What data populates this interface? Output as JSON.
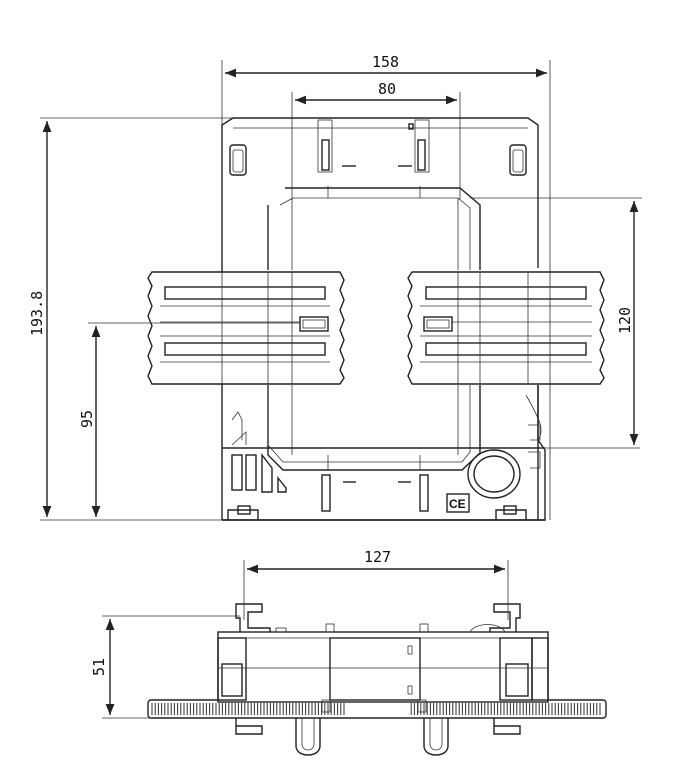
{
  "dimensions": {
    "top_view": {
      "overall_width": "158",
      "window_width": "80",
      "overall_height": "193.8",
      "clamp_height": "120",
      "center_height": "95"
    },
    "side_view": {
      "mount_spacing": "127",
      "height": "51"
    }
  },
  "marks": {
    "ce": "CE"
  }
}
